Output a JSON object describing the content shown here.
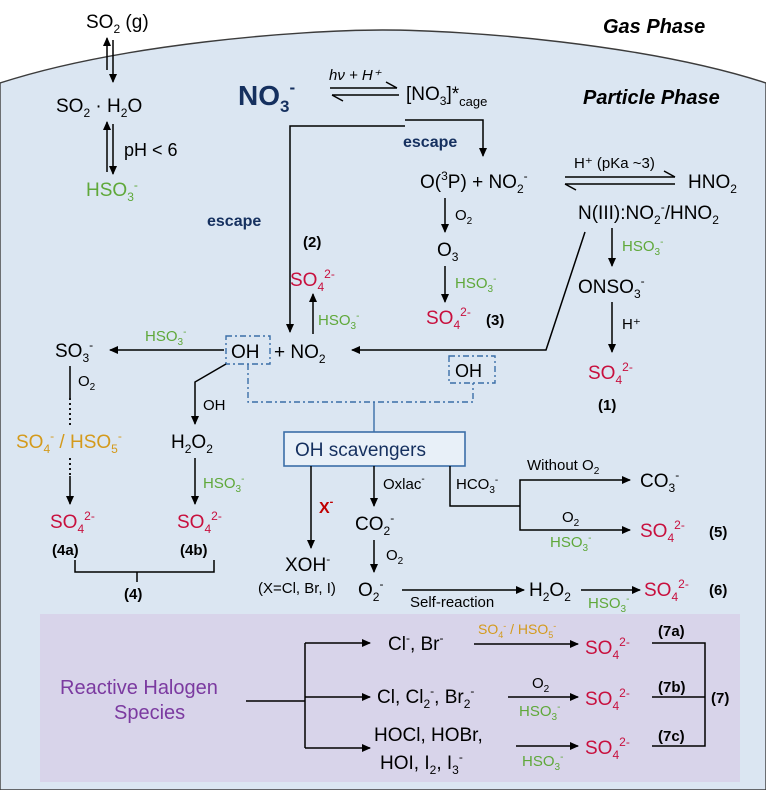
{
  "title_gas": "Gas Phase",
  "title_particle": "Particle Phase",
  "so2": {
    "so2g_main": "SO",
    "so2g_sub": "2",
    "so2g_tail": " (g)",
    "aq_a": "SO",
    "aq_sub1": "2",
    "aq_b": " · H",
    "aq_sub2": "2",
    "aq_c": "O",
    "ph_label": "pH < 6",
    "hso3_main": "HSO",
    "hso3_sub": "3",
    "hso3_sup": "-"
  },
  "nitrate": {
    "no3_main": "NO",
    "no3_sub": "3",
    "no3_sup": "-",
    "light_label": "hν + H⁺",
    "cage_main": "[NO",
    "cage_sub": "3",
    "cage_mid": "]*",
    "cage_tail": "cage",
    "escape_right": "escape",
    "escape_left": "escape"
  },
  "products": {
    "o3p_a": "O(",
    "o3p_sup": "3",
    "o3p_b": "P) + NO",
    "o3p_sub": "2",
    "o3p_sup2": "-",
    "pka_label": "H⁺ (pKa ~3)",
    "hno2_main": "HNO",
    "hno2_sub": "2",
    "n3_a": "N(III):NO",
    "n3_sub1": "2",
    "n3_sup1": "-",
    "n3_b": "/HNO",
    "n3_sub2": "2"
  },
  "labels": {
    "o2": "O",
    "o2_sub": "2",
    "o3": "O",
    "o3_sub": "3",
    "oh": "OH",
    "no2": "+ NO",
    "no2_sub": "2",
    "onso3": "ONSO",
    "onso3_sub": "3",
    "onso3_sup": "-",
    "hplus": "H⁺",
    "so3_main": "SO",
    "so3_sub": "3",
    "so3_sup": "-",
    "so4_main": "SO",
    "so4_sub": "4",
    "so4_sup": "2-",
    "so4rad_main": "SO",
    "so4rad_sub": "4",
    "so4rad_sup": "-",
    "hso5_mid": " / HSO",
    "hso5_sub": "5",
    "hso5_sup": "-",
    "h2o2_a": "H",
    "h2o2_sub1": "2",
    "h2o2_b": "O",
    "h2o2_sub2": "2",
    "oh_scavengers": "OH scavengers",
    "x_minus": "X",
    "x_sup": "-",
    "oxlac": "Oxlac",
    "oxlac_sup": "-",
    "hco3": "HCO",
    "hco3_sub": "3",
    "hco3_sup": "-",
    "without_o2": "Without O",
    "without_o2_sub": "2",
    "co3": "CO",
    "co3_sub": "3",
    "co3_sup": "-",
    "co2": "CO",
    "co2_sub": "2",
    "co2_sup": "-",
    "o2rad_sup": "-",
    "xoh": "XOH",
    "xoh_sup": "-",
    "xoh_note": "(X=Cl, Br, I)",
    "self_reaction": "Self-reaction"
  },
  "pathways": {
    "p1": "(1)",
    "p2": "(2)",
    "p3": "(3)",
    "p4": "(4)",
    "p4a": "(4a)",
    "p4b": "(4b)",
    "p5": "(5)",
    "p6": "(6)",
    "p7": "(7)",
    "p7a": "(7a)",
    "p7b": "(7b)",
    "p7c": "(7c)"
  },
  "halogen": {
    "title_line1": "Reactive Halogen",
    "title_line2": "Species",
    "row1_a": "Cl",
    "row1_sup1": "-",
    "row1_b": ", Br",
    "row1_sup2": "-",
    "row1_oxidant_a": "SO",
    "row1_oxidant_sub": "4",
    "row1_oxidant_sup": "-",
    "row1_oxidant_b": " / HSO",
    "row1_oxidant_sub2": "5",
    "row1_oxidant_sup2": "-",
    "row2_a": "Cl, Cl",
    "row2_sub1": "2",
    "row2_sup1": "-",
    "row2_b": ", Br",
    "row2_sub2": "2",
    "row2_sup2": "-",
    "row3_line1": "HOCl, HOBr,",
    "row3_a": "HOI, I",
    "row3_sub1": "2",
    "row3_b": ", I",
    "row3_sub2": "3",
    "row3_sup": "-"
  },
  "colors": {
    "gas_bg": "#ffffff",
    "particle_bg": "#dbe6f2",
    "halogen_bg": "#d8d4ea",
    "navy": "#15305f",
    "green": "#5fa83a",
    "red": "#c8103e",
    "orange": "#d49a1c",
    "purple": "#7b3aa0",
    "oh_box": "#3b6ea8"
  }
}
